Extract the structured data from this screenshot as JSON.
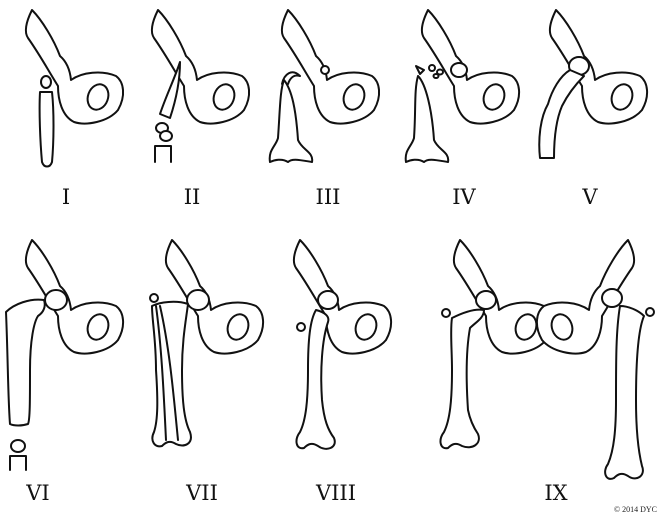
{
  "figure": {
    "panels": [
      {
        "label": "I"
      },
      {
        "label": "II"
      },
      {
        "label": "III"
      },
      {
        "label": "IV"
      },
      {
        "label": "V"
      },
      {
        "label": "VI"
      },
      {
        "label": "VII"
      },
      {
        "label": "VIII"
      },
      {
        "label": "IX"
      }
    ],
    "copyright": "© 2014 DYC"
  }
}
